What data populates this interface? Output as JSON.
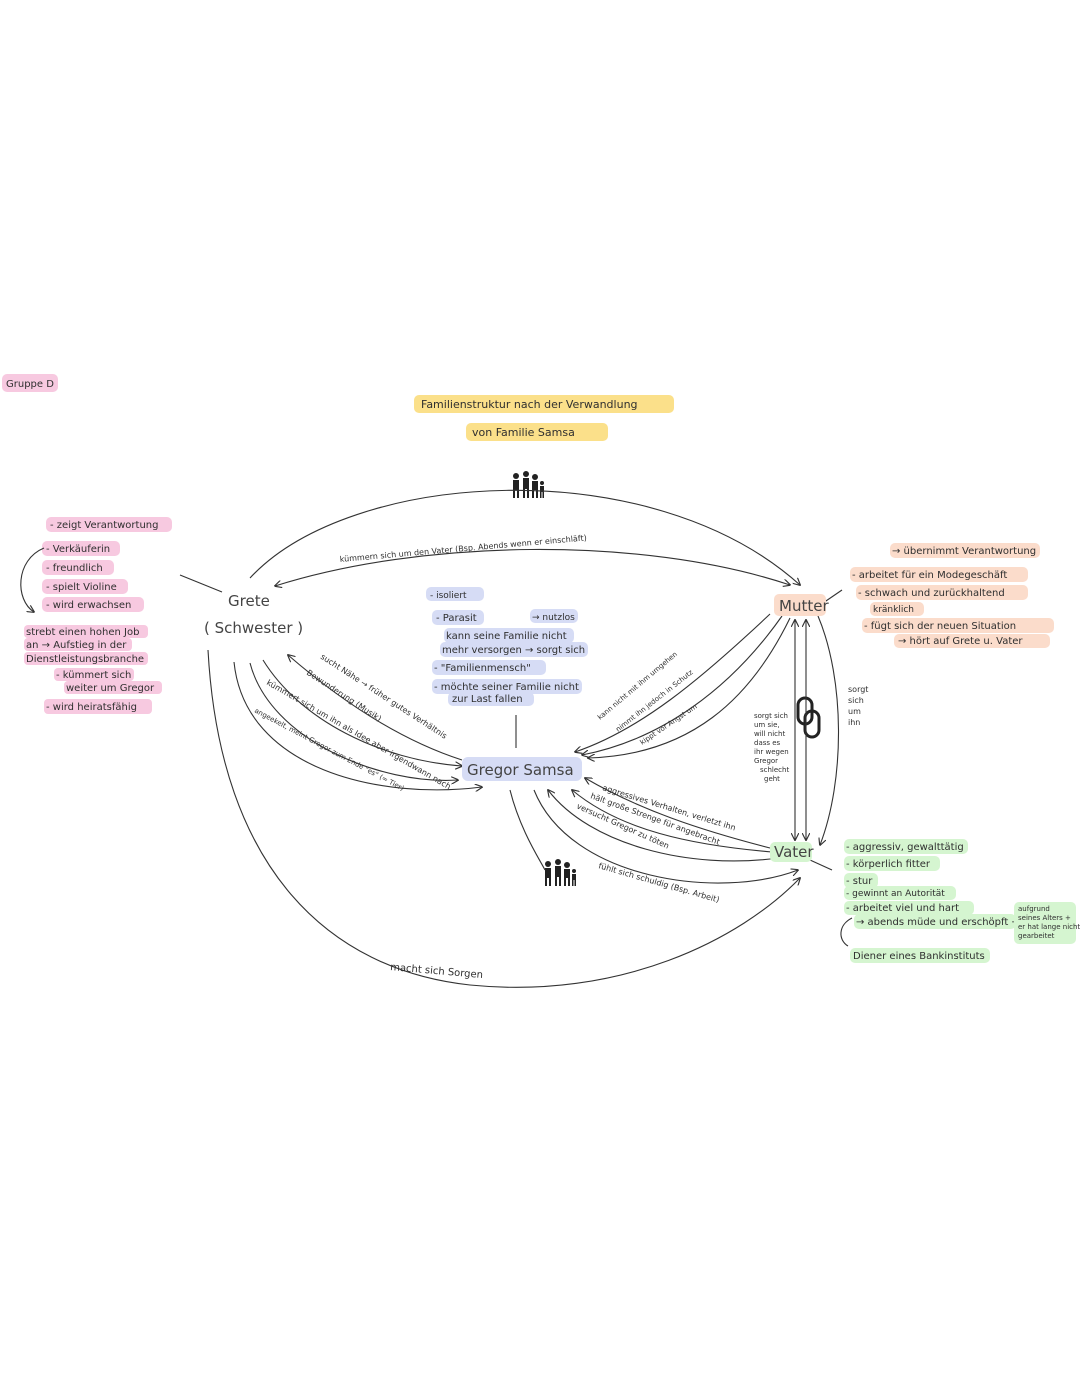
{
  "group_label": "Gruppe D",
  "title_line1": "Familienstruktur nach der Verwandlung",
  "title_line2": "von Familie Samsa",
  "nodes": {
    "grete": "Grete",
    "grete_sub": "( Schwester )",
    "mutter": "Mutter",
    "vater": "Vater",
    "gregor": "Gregor Samsa"
  },
  "grete_traits": [
    "- zeigt Verantwortung",
    "- Verkäuferin",
    "- freundlich",
    "- spielt Violine",
    "- wird erwachsen",
    "strebt einen hohen Job",
    "an → Aufstieg in der",
    "Dienstleistungsbranche",
    "- kümmert sich",
    "weiter um Gregor",
    "- wird heiratsfähig"
  ],
  "mutter_traits": [
    "→ übernimmt Verantwortung",
    "- arbeitet für ein Modegeschäft",
    "- schwach und zurückhaltend",
    "kränklich",
    "- fügt sich der neuen Situation",
    "→ hört auf Grete u. Vater"
  ],
  "vater_traits": [
    "- aggressiv, gewalttätig",
    "- körperlich fitter",
    "- stur",
    "- gewinnt an Autorität",
    "- arbeitet viel und hart",
    "→ abends müde und erschöpft →",
    "aufgrund",
    "seines Alters +",
    "er hat lange nicht",
    "gearbeitet",
    "Diener eines Bankinstituts"
  ],
  "gregor_traits": [
    "- isoliert",
    "- Parasit",
    "→ nutzlos",
    "kann seine Familie nicht",
    "mehr versorgen → sorgt sich",
    "- \"Familienmensch\"",
    "- möchte seiner Familie nicht",
    "zur Last fallen"
  ],
  "edge_labels": {
    "grete_mutter": "kümmern sich um den Vater (Bsp. Abends wenn er einschläft)",
    "grete_gregor_1": "sucht Nähe → früher gutes Verhältnis",
    "grete_gregor_2": "Bewunderung (Musik)",
    "grete_gregor_3": "kümmert sich um ihn als Idee aber irgendwann nach",
    "grete_gregor_4": "angeekelt, meint Gregor zum Ende \"es\" (= Tier)",
    "mutter_gregor_1": "kann nicht mit ihm umgehen",
    "mutter_gregor_2": "nimmt ihn jedoch in Schutz",
    "mutter_gregor_3": "kippt vor Angst um",
    "mutter_vater_1": "sorgt sich",
    "mutter_vater_2": "um sie,",
    "mutter_vater_3": "will nicht",
    "mutter_vater_4": "dass es",
    "mutter_vater_5": "ihr wegen",
    "mutter_vater_6": "Gregor",
    "mutter_vater_7": "schlecht",
    "mutter_vater_8": "geht",
    "vater_mutter_1": "sorgt",
    "vater_mutter_2": "sich",
    "vater_mutter_3": "um",
    "vater_mutter_4": "ihn",
    "vater_gregor_1": "aggressives Verhalten, verletzt ihn",
    "vater_gregor_2": "hält große Strenge für angebracht",
    "vater_gregor_3": "versucht Gregor zu töten",
    "vater_gregor_4": "fühlt sich schuldig (Bsp. Arbeit)",
    "grete_vater": "macht sich Sorgen"
  },
  "icons": {
    "top": "family-icon",
    "bottom": "family-icon",
    "middle": "chain-link-icon"
  },
  "colors": {
    "pink": "#f7c9e0",
    "yellow": "#fbe08a",
    "blue": "#d6dcf5",
    "peach": "#fbdccb",
    "green": "#d5f5d0"
  }
}
